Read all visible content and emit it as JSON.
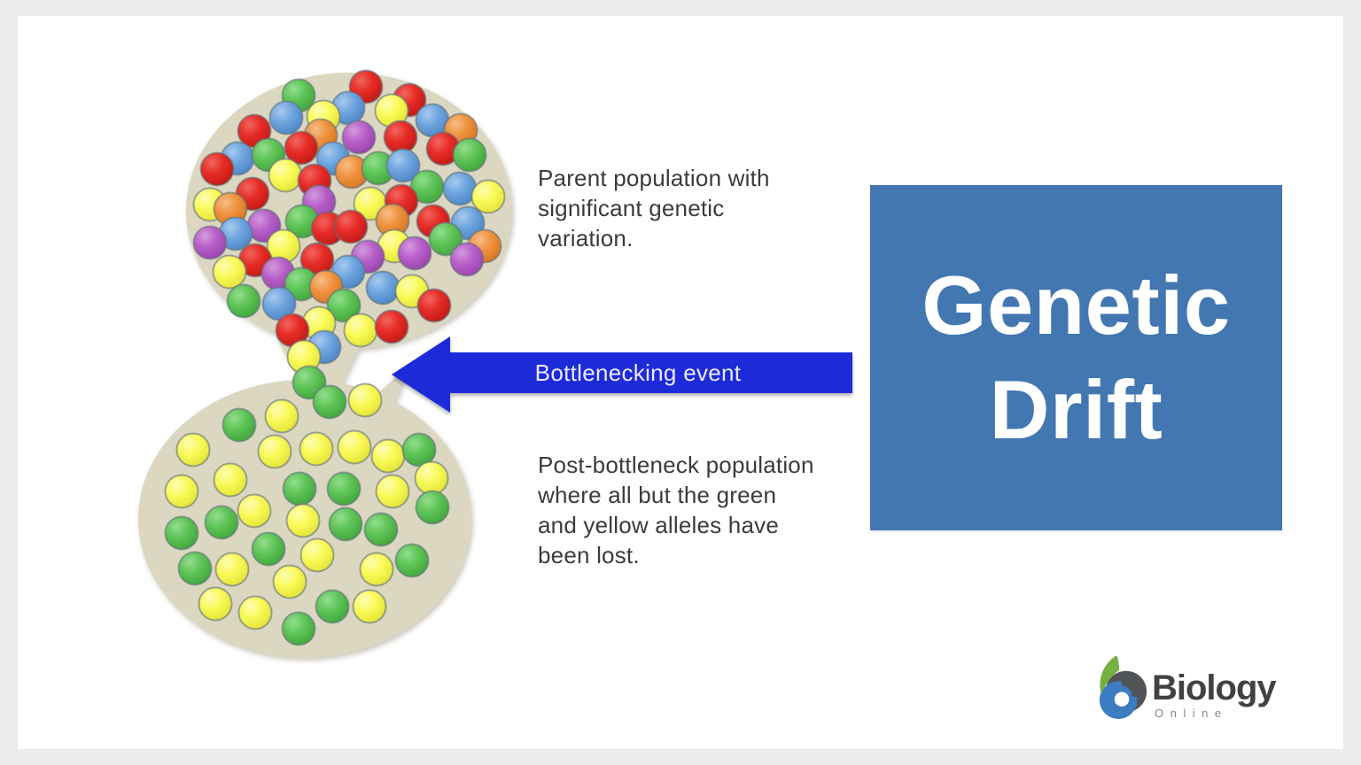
{
  "page": {
    "frame_color": "#ececec",
    "canvas_color": "#ffffff"
  },
  "diagram": {
    "parent_caption": "Parent population with\nsignificant genetic\nvariation.",
    "bottleneck_label": "Bottlenecking event",
    "post_caption": "Post-bottleneck population\nwhere all but the green\nand yellow alleles have\nbeen lost.",
    "population_fill": "#dbd7c1",
    "arrow_color": "#1c2bd8",
    "dot_outline": "rgba(100,115,125,0.6)",
    "allele_colors": {
      "red": {
        "base": "#e62b25",
        "light": "#f2655f",
        "dark": "#bd1814"
      },
      "blue": {
        "base": "#6da4de",
        "light": "#a8caee",
        "dark": "#4a82c4"
      },
      "green": {
        "base": "#5ec457",
        "light": "#93de8d",
        "dark": "#3da338"
      },
      "yellow": {
        "base": "#f9fa58",
        "light": "#fdfdb4",
        "dark": "#e0e032"
      },
      "orange": {
        "base": "#f0923e",
        "light": "#f7bd87",
        "dark": "#d2731c"
      },
      "purple": {
        "base": "#b75fc9",
        "light": "#d49ade",
        "dark": "#9840ab"
      }
    },
    "parent_dots": [
      [
        413,
        98,
        "red"
      ],
      [
        337,
        108,
        "green"
      ],
      [
        462,
        113,
        "red"
      ],
      [
        393,
        122,
        "blue"
      ],
      [
        442,
        125,
        "yellow"
      ],
      [
        323,
        133,
        "blue"
      ],
      [
        365,
        132,
        "yellow"
      ],
      [
        488,
        136,
        "blue"
      ],
      [
        520,
        147,
        "orange"
      ],
      [
        287,
        148,
        "red"
      ],
      [
        362,
        153,
        "orange"
      ],
      [
        405,
        155,
        "purple"
      ],
      [
        452,
        155,
        "red"
      ],
      [
        340,
        167,
        "red"
      ],
      [
        500,
        168,
        "red"
      ],
      [
        530,
        175,
        "green"
      ],
      [
        268,
        179,
        "blue"
      ],
      [
        303,
        175,
        "green"
      ],
      [
        376,
        179,
        "blue"
      ],
      [
        397,
        194,
        "orange"
      ],
      [
        427,
        190,
        "green"
      ],
      [
        455,
        187,
        "blue"
      ],
      [
        245,
        191,
        "red"
      ],
      [
        322,
        198,
        "yellow"
      ],
      [
        355,
        204,
        "red"
      ],
      [
        482,
        211,
        "green"
      ],
      [
        519,
        213,
        "blue"
      ],
      [
        551,
        222,
        "yellow"
      ],
      [
        285,
        219,
        "red"
      ],
      [
        237,
        231,
        "yellow"
      ],
      [
        260,
        236,
        "orange"
      ],
      [
        360,
        228,
        "purple"
      ],
      [
        418,
        230,
        "yellow"
      ],
      [
        453,
        227,
        "red"
      ],
      [
        443,
        249,
        "orange"
      ],
      [
        489,
        250,
        "red"
      ],
      [
        528,
        252,
        "blue"
      ],
      [
        298,
        255,
        "purple"
      ],
      [
        341,
        250,
        "green"
      ],
      [
        370,
        258,
        "red"
      ],
      [
        396,
        256,
        "red"
      ],
      [
        266,
        264,
        "blue"
      ],
      [
        237,
        274,
        "purple"
      ],
      [
        320,
        278,
        "yellow"
      ],
      [
        445,
        278,
        "yellow"
      ],
      [
        503,
        270,
        "green"
      ],
      [
        547,
        278,
        "orange"
      ],
      [
        288,
        294,
        "red"
      ],
      [
        358,
        293,
        "red"
      ],
      [
        415,
        290,
        "purple"
      ],
      [
        468,
        286,
        "purple"
      ],
      [
        527,
        293,
        "purple"
      ],
      [
        259,
        307,
        "yellow"
      ],
      [
        314,
        309,
        "purple"
      ],
      [
        393,
        307,
        "blue"
      ],
      [
        432,
        325,
        "blue"
      ],
      [
        465,
        329,
        "yellow"
      ],
      [
        340,
        321,
        "green"
      ],
      [
        368,
        324,
        "orange"
      ],
      [
        275,
        340,
        "green"
      ],
      [
        315,
        343,
        "blue"
      ],
      [
        490,
        345,
        "red"
      ],
      [
        388,
        345,
        "green"
      ],
      [
        360,
        365,
        "yellow"
      ],
      [
        330,
        373,
        "red"
      ],
      [
        407,
        373,
        "yellow"
      ],
      [
        442,
        369,
        "red"
      ],
      [
        366,
        392,
        "blue"
      ],
      [
        343,
        403,
        "yellow"
      ]
    ],
    "neck_dots": [
      [
        349,
        432,
        "green"
      ]
    ],
    "post_dots": [
      [
        372,
        454,
        "green"
      ],
      [
        412,
        452,
        "yellow"
      ],
      [
        318,
        470,
        "yellow"
      ],
      [
        270,
        480,
        "green"
      ],
      [
        218,
        508,
        "yellow"
      ],
      [
        310,
        510,
        "yellow"
      ],
      [
        357,
        507,
        "yellow"
      ],
      [
        400,
        505,
        "yellow"
      ],
      [
        438,
        515,
        "yellow"
      ],
      [
        473,
        508,
        "green"
      ],
      [
        487,
        540,
        "yellow"
      ],
      [
        260,
        542,
        "yellow"
      ],
      [
        205,
        555,
        "yellow"
      ],
      [
        338,
        552,
        "green"
      ],
      [
        388,
        552,
        "green"
      ],
      [
        443,
        555,
        "yellow"
      ],
      [
        488,
        573,
        "green"
      ],
      [
        287,
        577,
        "yellow"
      ],
      [
        250,
        590,
        "green"
      ],
      [
        342,
        588,
        "yellow"
      ],
      [
        390,
        592,
        "green"
      ],
      [
        430,
        598,
        "green"
      ],
      [
        205,
        602,
        "green"
      ],
      [
        303,
        620,
        "green"
      ],
      [
        358,
        627,
        "yellow"
      ],
      [
        425,
        643,
        "yellow"
      ],
      [
        465,
        633,
        "green"
      ],
      [
        220,
        642,
        "green"
      ],
      [
        262,
        643,
        "yellow"
      ],
      [
        327,
        657,
        "yellow"
      ],
      [
        243,
        682,
        "yellow"
      ],
      [
        288,
        692,
        "yellow"
      ],
      [
        375,
        685,
        "green"
      ],
      [
        417,
        685,
        "yellow"
      ],
      [
        337,
        710,
        "green"
      ]
    ]
  },
  "title_box": {
    "text": "Genetic\nDrift",
    "background": "#4277b2",
    "text_color": "#ffffff"
  },
  "logo": {
    "name": "Biology",
    "subtitle": "Online",
    "leaf_color": "#76b043",
    "ball_color": "#3c7cc1",
    "swirl_color": "#515457",
    "name_color": "#414144",
    "subtitle_color": "#85878a"
  }
}
